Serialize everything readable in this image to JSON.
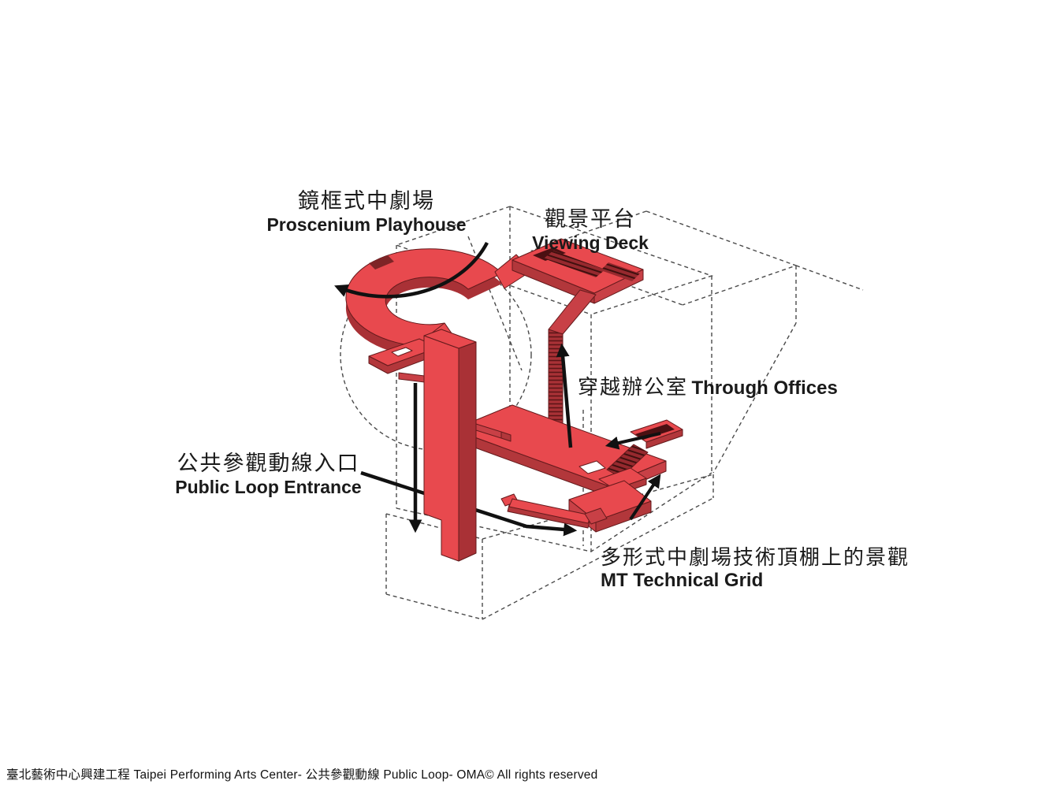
{
  "page": {
    "background": "#ffffff"
  },
  "palette": {
    "loop_red": "#E8494E",
    "loop_red_dark": "#A93136",
    "arrow_black": "#111111",
    "wireframe_gray": "#4a4a4a"
  },
  "annotations": {
    "proscenium_playhouse": {
      "zh": "鏡框式中劇場",
      "en": "Proscenium Playhouse"
    },
    "viewing_deck": {
      "zh": "觀景平台",
      "en": "Viewing Deck"
    },
    "through_offices": {
      "zh": "穿越辦公室",
      "en": "Through Offices"
    },
    "public_loop_entrance": {
      "zh": "公共參觀動線入口",
      "en": "Public Loop Entrance"
    },
    "mt_technical_grid": {
      "zh": "多形式中劇場技術頂棚上的景觀",
      "en": "MT Technical Grid"
    }
  },
  "footer": {
    "credit": "臺北藝術中心興建工程  Taipei Performing Arts Center- 公共參觀動線  Public Loop- OMA© All rights reserved"
  }
}
